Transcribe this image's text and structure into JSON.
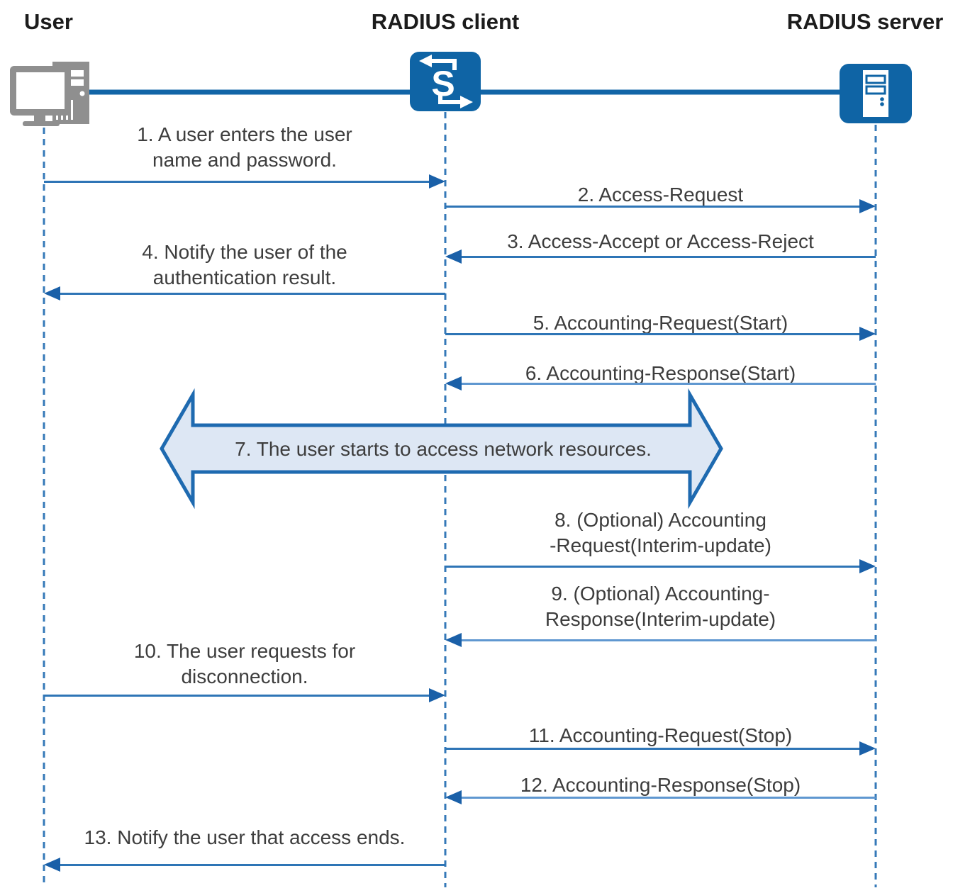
{
  "actors": [
    {
      "id": "user",
      "label": "User",
      "icon": "desktop-computer-icon"
    },
    {
      "id": "radius-client",
      "label": "RADIUS client",
      "icon": "switch-icon"
    },
    {
      "id": "radius-server",
      "label": "RADIUS server",
      "icon": "server-icon"
    }
  ],
  "icons": {
    "switch_glyph": "S"
  },
  "banner": {
    "text": "7. The user starts to access network resources.",
    "between": [
      "user",
      "radius-server"
    ],
    "style": "double-headed-arrow"
  },
  "messages": [
    {
      "n": 1,
      "from": "user",
      "to": "radius-client",
      "lines": [
        "1. A user enters the user",
        "name and password."
      ]
    },
    {
      "n": 2,
      "from": "radius-client",
      "to": "radius-server",
      "lines": [
        "2. Access-Request"
      ]
    },
    {
      "n": 3,
      "from": "radius-server",
      "to": "radius-client",
      "lines": [
        "3. Access-Accept or Access-Reject"
      ]
    },
    {
      "n": 4,
      "from": "radius-client",
      "to": "user",
      "lines": [
        "4. Notify the user of the",
        "authentication result."
      ]
    },
    {
      "n": 5,
      "from": "radius-client",
      "to": "radius-server",
      "lines": [
        "5. Accounting-Request(Start)"
      ]
    },
    {
      "n": 6,
      "from": "radius-server",
      "to": "radius-client",
      "lines": [
        "6. Accounting-Response(Start)"
      ]
    },
    {
      "n": 8,
      "from": "radius-client",
      "to": "radius-server",
      "lines": [
        "8. (Optional) Accounting",
        "-Request(Interim-update)"
      ]
    },
    {
      "n": 9,
      "from": "radius-server",
      "to": "radius-client",
      "lines": [
        "9. (Optional) Accounting-",
        "Response(Interim-update)"
      ]
    },
    {
      "n": 10,
      "from": "user",
      "to": "radius-client",
      "lines": [
        "10. The user requests for",
        "disconnection."
      ]
    },
    {
      "n": 11,
      "from": "radius-client",
      "to": "radius-server",
      "lines": [
        "11. Accounting-Request(Stop)"
      ]
    },
    {
      "n": 12,
      "from": "radius-server",
      "to": "radius-client",
      "lines": [
        "12. Accounting-Response(Stop)"
      ]
    },
    {
      "n": 13,
      "from": "radius-client",
      "to": "user",
      "lines": [
        "13. Notify the user that access ends."
      ]
    }
  ],
  "colors": {
    "icon_blue": "#0f64a5",
    "link_line": "#1265a7",
    "arrow_line": "#2e75b6",
    "arrow_line_light": "#5f97d0",
    "arrow_head": "#1a60a8",
    "lifeline": "#3579b8",
    "banner_fill": "#dde7f4",
    "banner_stroke": "#1e6ab0",
    "label_text": "#3d3d3d",
    "heading_text": "#1c1c1c",
    "icon_gray": "#8f8f8f"
  }
}
